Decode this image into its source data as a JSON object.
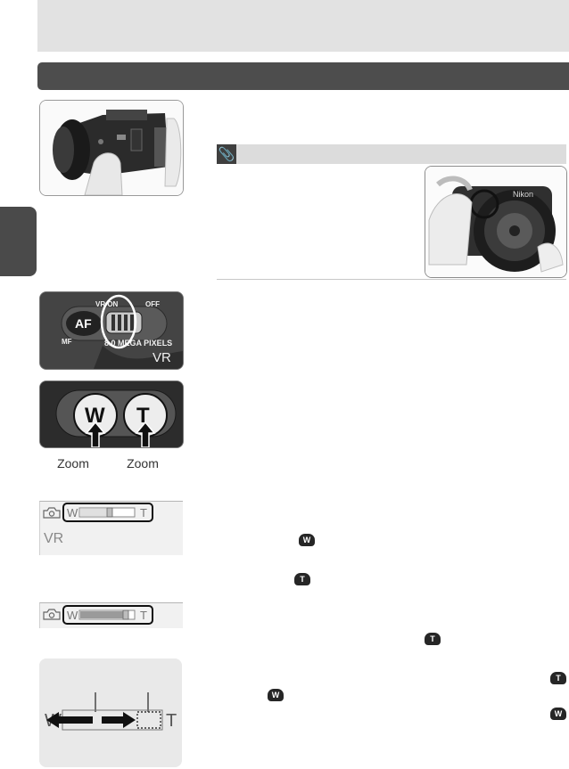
{
  "figures": {
    "zoom_buttons": {
      "wide_letter": "W",
      "tele_letter": "T",
      "caption_wide": "Zoom",
      "caption_tele": "Zoom"
    },
    "vr_switch": {
      "on_label": "VR ON",
      "off_label": "OFF",
      "af_label": "AF",
      "mf_label": "MF",
      "megapixels_label": "8.0 MEGA PIXELS",
      "vr_label": "VR"
    },
    "monitor_1": {
      "w": "W",
      "t": "T",
      "vr": "VR",
      "level": 0.55
    },
    "monitor_2": {
      "w": "W",
      "t": "T",
      "level": 0.85
    },
    "monitor_3": {
      "w": "W",
      "t": "T"
    },
    "camera_brand": "Nikon"
  },
  "inline_icons": {
    "wide": "W",
    "tele": "T"
  },
  "colors": {
    "header_band": "#e2e2e2",
    "section_bar": "#4d4d4d",
    "side_tab": "#4a4a4a",
    "note_bar": "#dcdcdc"
  }
}
